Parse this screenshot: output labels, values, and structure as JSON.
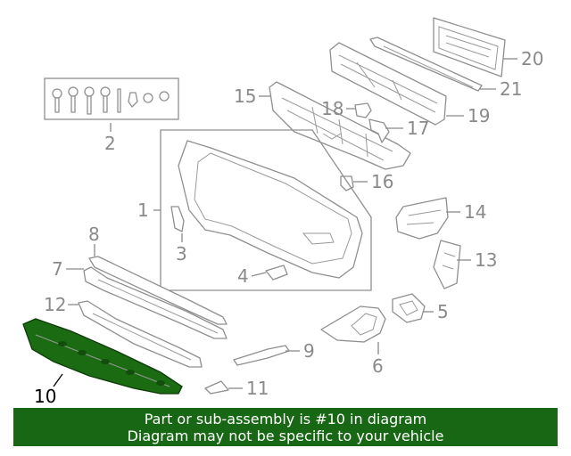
{
  "diagram": {
    "highlight_color": "#1a6b12",
    "highlighted_part": "10",
    "callouts": [
      "1",
      "2",
      "3",
      "4",
      "5",
      "6",
      "7",
      "8",
      "9",
      "10",
      "11",
      "12",
      "13",
      "14",
      "15",
      "16",
      "17",
      "18",
      "19",
      "20",
      "21"
    ]
  },
  "banner": {
    "line1": "Part or sub-assembly is #10 in diagram",
    "line2": "Diagram may not be specific to your vehicle",
    "background": "#186714"
  }
}
